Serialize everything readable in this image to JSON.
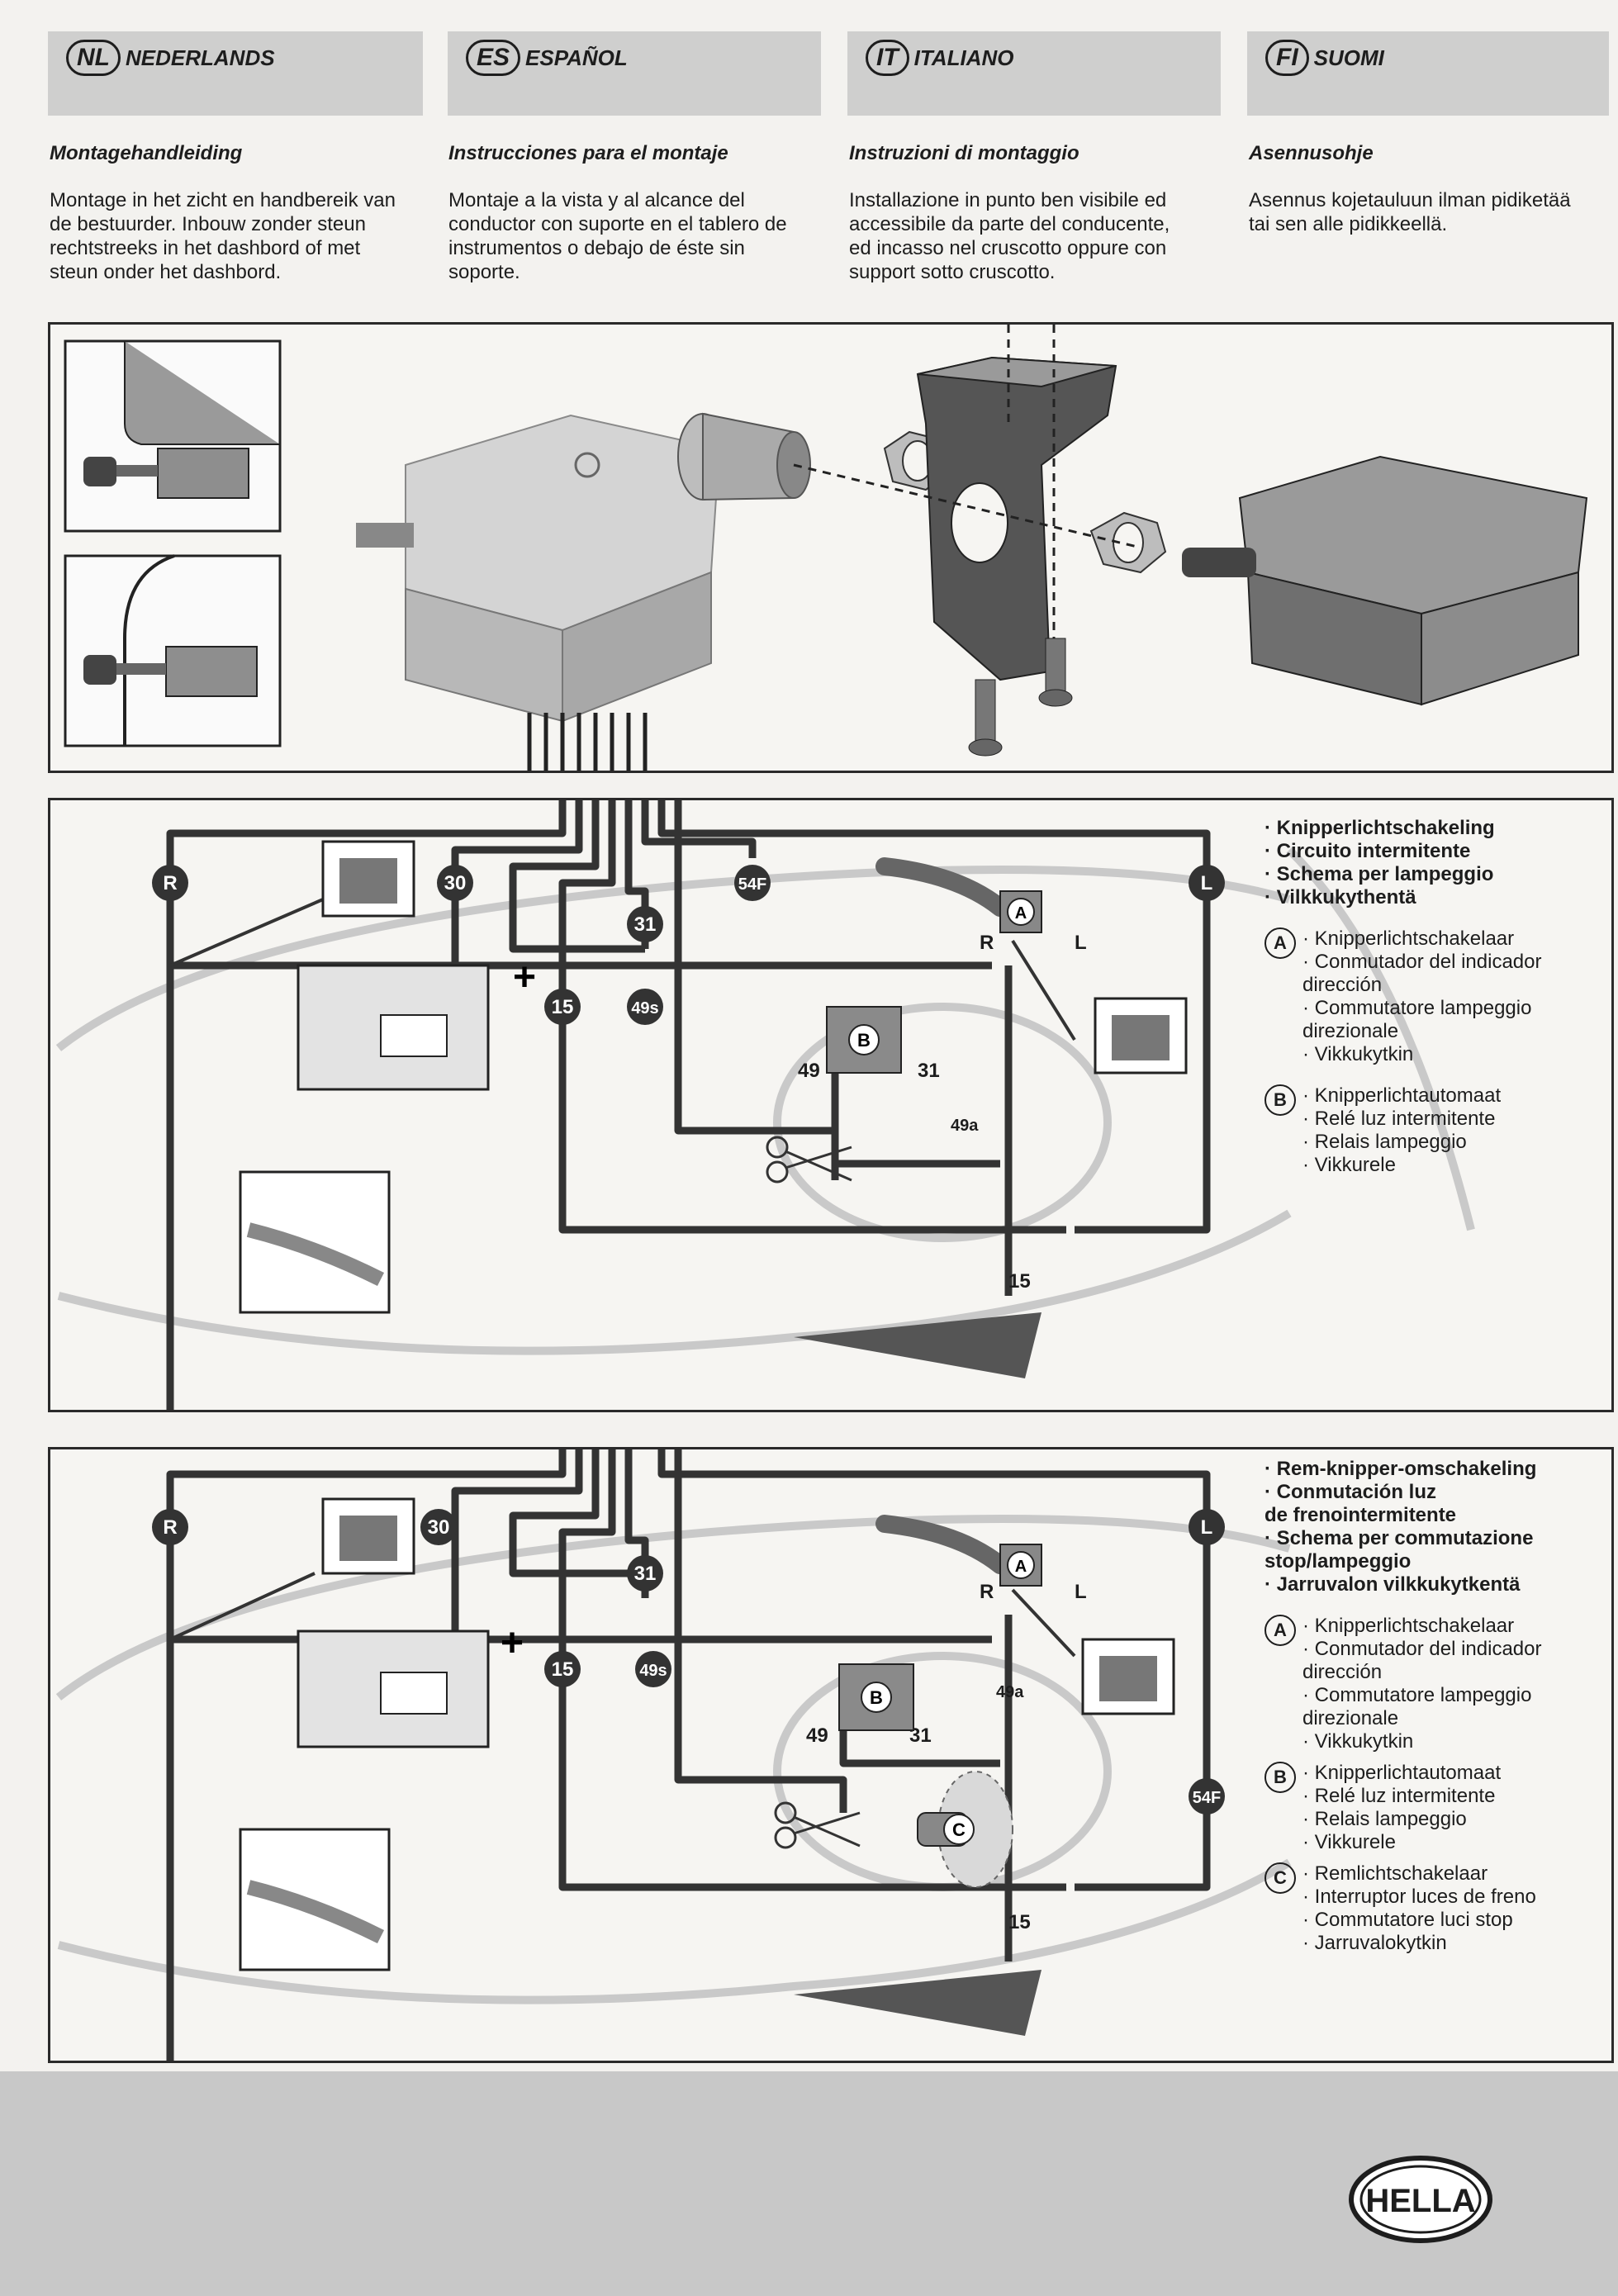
{
  "columns": [
    {
      "code": "NL",
      "name": "NEDERLANDS",
      "title": "Montagehandleiding",
      "body": [
        "Montage in het zicht en handbereik van",
        "de bestuurder. Inbouw zonder steun",
        "rechtstreeks in het dashbord of met",
        "steun onder het dashbord."
      ]
    },
    {
      "code": "ES",
      "name": "ESPAÑOL",
      "title": "Instrucciones para el montaje",
      "body": [
        "Montaje a la vista y al alcance del",
        "conductor con suporte en el tablero de",
        "instrumentos o debajo de éste sin",
        "soporte."
      ]
    },
    {
      "code": "IT",
      "name": "ITALIANO",
      "title": "Instruzioni di montaggio",
      "body": [
        "Installazione in punto ben visibile ed",
        "accessibile da parte del conducente,",
        "ed incasso nel cruscotto oppure con",
        "support sotto cruscotto."
      ]
    },
    {
      "code": "FI",
      "name": "SUOMI",
      "title": "Asennusohje",
      "body": [
        "Asennus kojetauluun ilman pidiketää",
        "tai sen alle pidikkeellä."
      ]
    }
  ],
  "diagram1": {
    "title": [
      "· Knipperlichtschakeling",
      "· Circuito intermitente",
      "· Schema per lampeggio",
      "· Vilkkukythentä"
    ],
    "terminals": {
      "R": "R",
      "n30": "30",
      "n31": "31",
      "n54F": "54F",
      "L": "L",
      "n15": "15",
      "n49s": "49s",
      "n49": "49",
      "n49a": "49a",
      "n15b": "15",
      "R_small": "R",
      "L_small": "L",
      "A": "A",
      "B": "B"
    },
    "legend": [
      {
        "mark": "A",
        "lines": [
          "· Knipperlichtschakelaar",
          "· Conmutador del indicador",
          "  dirección",
          "· Commutatore lampeggio",
          "  direzionale",
          "· Vikkukytkin"
        ]
      },
      {
        "mark": "B",
        "lines": [
          "· Knipperlichtautomaat",
          "· Relé luz intermitente",
          "· Relais lampeggio",
          "· Vikkurele"
        ]
      }
    ]
  },
  "diagram2": {
    "title": [
      "· Rem-knipper-omschakeling",
      "· Conmutación luz",
      "  de frenointermitente",
      "· Schema per commutazione",
      "  stop/lampeggio",
      "· Jarruvalon vilkkukytkentä"
    ],
    "terminals": {
      "R": "R",
      "n30": "30",
      "n31": "31",
      "n54F": "54F",
      "L": "L",
      "n15": "15",
      "n49s": "49s",
      "n49": "49",
      "n49a": "49a",
      "n15b": "15",
      "R_small": "R",
      "L_small": "L",
      "A": "A",
      "B": "B",
      "C": "C"
    },
    "legend": [
      {
        "mark": "A",
        "lines": [
          "· Knipperlichtschakelaar",
          "· Conmutador del indicador",
          "  dirección",
          "· Commutatore lampeggio",
          "  direzionale",
          "· Vikkukytkin"
        ]
      },
      {
        "mark": "B",
        "lines": [
          "· Knipperlichtautomaat",
          "· Relé luz intermitente",
          "· Relais lampeggio",
          "· Vikkurele"
        ]
      },
      {
        "mark": "C",
        "lines": [
          "· Remlichtschakelaar",
          "· Interruptor luces de freno",
          "· Commutatore luci stop",
          "· Jarruvalokytkin"
        ]
      }
    ]
  },
  "footer": {
    "logo": "HELLA"
  }
}
